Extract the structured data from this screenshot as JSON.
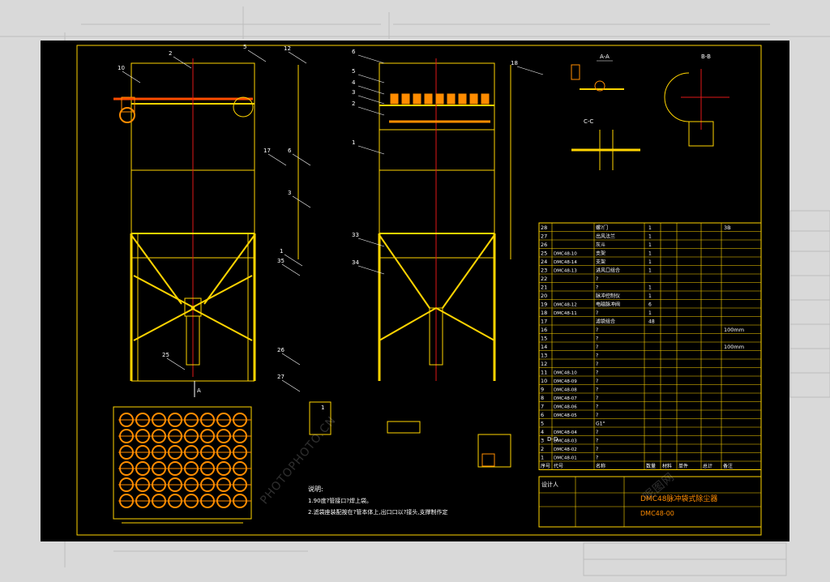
{
  "colors": {
    "background": "#000000",
    "frame": "#ffd400",
    "centerline": "#e01919",
    "text": "#ffffff",
    "accent": "#ff8c00"
  },
  "labels": {
    "view_aa": "A-A",
    "view_bb": "B-B",
    "view_cc": "C-C",
    "view_dd": "D-D",
    "arrow_a": "A",
    "section_marker": "1",
    "callouts_left": [
      "10",
      "2",
      "5",
      "12",
      "17",
      "6",
      "3",
      "1",
      "35",
      "26",
      "27",
      "25"
    ],
    "callouts_mid": [
      "6",
      "5",
      "4",
      "3",
      "2",
      "1",
      "33",
      "34",
      "18"
    ]
  },
  "notes": {
    "title": "说明:",
    "line1": "1.90度?管接口?焊上袋。",
    "line2": "2.滤袋座装配按在?管本体上,出口口以?接头,支撑制作定"
  },
  "parts_table": {
    "rows": [
      {
        "no": "28",
        "code": "",
        "name": "螺?门",
        "qty": "1",
        "note": "3B"
      },
      {
        "no": "27",
        "code": "",
        "name": "出风法兰",
        "qty": "1",
        "note": ""
      },
      {
        "no": "26",
        "code": "",
        "name": "灰斗",
        "qty": "1",
        "note": ""
      },
      {
        "no": "25",
        "code": "DMC48-10",
        "name": "支架",
        "qty": "1",
        "note": ""
      },
      {
        "no": "24",
        "code": "DMC48-14",
        "name": "支架",
        "qty": "1",
        "note": ""
      },
      {
        "no": "23",
        "code": "DMC48-13",
        "name": "进风口组合",
        "qty": "1",
        "note": ""
      },
      {
        "no": "22",
        "code": "",
        "name": "?",
        "qty": "",
        "note": ""
      },
      {
        "no": "21",
        "code": "",
        "name": "?",
        "qty": "1",
        "note": ""
      },
      {
        "no": "20",
        "code": "",
        "name": "脉冲控制仪",
        "qty": "1",
        "note": ""
      },
      {
        "no": "19",
        "code": "DMC48-12",
        "name": "电磁脉冲阀",
        "qty": "6",
        "note": ""
      },
      {
        "no": "18",
        "code": "DMC48-11",
        "name": "?",
        "qty": "1",
        "note": ""
      },
      {
        "no": "17",
        "code": "",
        "name": "滤袋组合",
        "qty": "48",
        "note": ""
      },
      {
        "no": "16",
        "code": "",
        "name": "?",
        "qty": "",
        "note": "100mm"
      },
      {
        "no": "15",
        "code": "",
        "name": "?",
        "qty": "",
        "note": ""
      },
      {
        "no": "14",
        "code": "",
        "name": "?",
        "qty": "",
        "note": "100mm"
      },
      {
        "no": "13",
        "code": "",
        "name": "?",
        "qty": "",
        "note": ""
      },
      {
        "no": "12",
        "code": "",
        "name": "?",
        "qty": "",
        "note": ""
      },
      {
        "no": "11",
        "code": "DMC48-10",
        "name": "?",
        "qty": "",
        "note": ""
      },
      {
        "no": "10",
        "code": "DMC48-09",
        "name": "?",
        "qty": "",
        "note": ""
      },
      {
        "no": "9",
        "code": "DMC48-08",
        "name": "?",
        "qty": "",
        "note": ""
      },
      {
        "no": "8",
        "code": "DMC48-07",
        "name": "?",
        "qty": "",
        "note": ""
      },
      {
        "no": "7",
        "code": "DMC48-06",
        "name": "?",
        "qty": "",
        "note": ""
      },
      {
        "no": "6",
        "code": "DMC48-05",
        "name": "?",
        "qty": "",
        "note": ""
      },
      {
        "no": "5",
        "code": "",
        "name": "G1\"",
        "qty": "",
        "note": ""
      },
      {
        "no": "4",
        "code": "DMC48-04",
        "name": "?",
        "qty": "",
        "note": ""
      },
      {
        "no": "3",
        "code": "DMC48-03",
        "name": "?",
        "qty": "",
        "note": ""
      },
      {
        "no": "2",
        "code": "DMC48-02",
        "name": "?",
        "qty": "",
        "note": ""
      },
      {
        "no": "1",
        "code": "DMC48-01",
        "name": "?",
        "qty": "",
        "note": ""
      }
    ],
    "header": [
      "序号",
      "代号",
      "名称",
      "数量",
      "材料",
      "单件",
      "总计",
      "备注"
    ]
  },
  "title_block": {
    "title": "DMC48脉冲袋式除尘器",
    "code": "DMC48-00",
    "designer": "设计人"
  },
  "watermarks": [
    "PHOTOPHOTO.CN",
    "昵图网"
  ]
}
